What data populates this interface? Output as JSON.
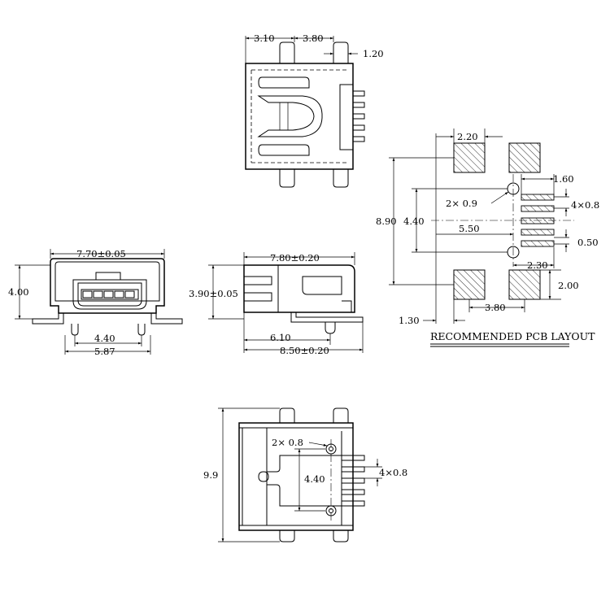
{
  "top_view": {
    "dim_left": "3.10",
    "dim_mid": "3.80",
    "dim_right": "1.20"
  },
  "front_view": {
    "dim_width": "7.70±0.05",
    "dim_height": "4.00",
    "dim_inner": "4.40",
    "dim_outer": "5.87"
  },
  "side_view": {
    "dim_top": "7.80±0.20",
    "dim_height": "3.90±0.05",
    "dim_inner": "6.10",
    "dim_total": "8.50±0.20"
  },
  "pcb_layout": {
    "dim_pad_width": "2.20",
    "dim_pin_length": "1.60",
    "dim_holes": "2× 0.9",
    "dim_pins": "4×0.8",
    "dim_height": "8.90",
    "dim_hole_span": "4.40",
    "dim_offset": "5.50",
    "dim_pitch": "0.50",
    "dim_pin_span": "2.30",
    "dim_pad_height": "2.00",
    "dim_pad_gap": "3.80",
    "dim_edge": "1.30",
    "title": "RECOMMENDED PCB LAYOUT"
  },
  "bottom_view": {
    "dim_holes": "2× 0.8",
    "dim_height": "9.9",
    "dim_hole_span": "4.40",
    "dim_pins": "4×0.8"
  }
}
